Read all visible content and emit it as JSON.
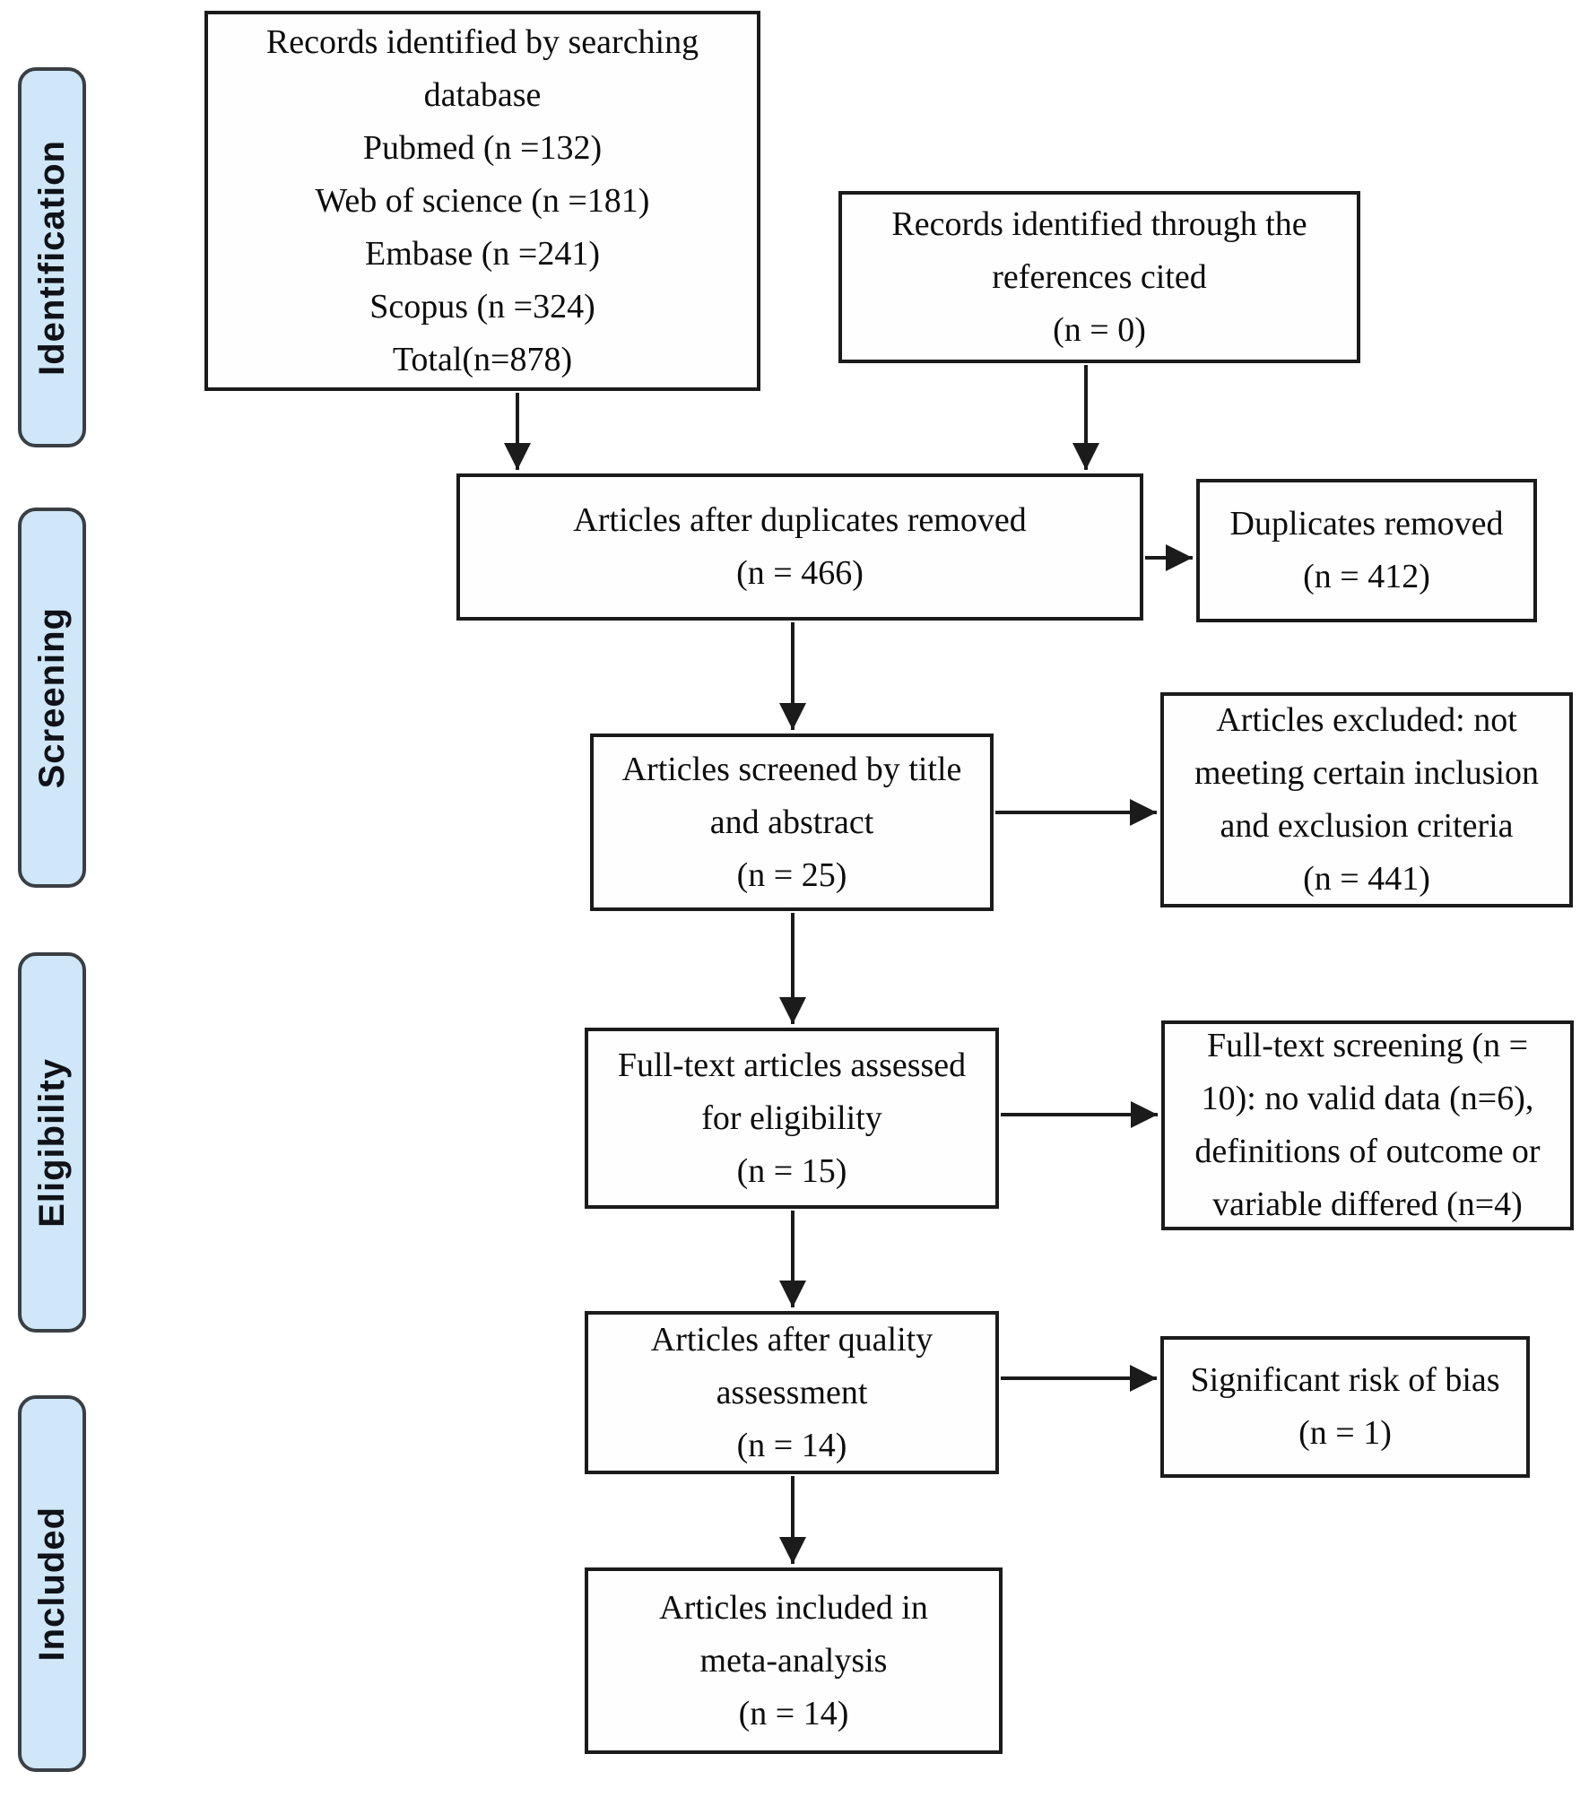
{
  "title": "PRISMA study selection flow diagram",
  "colors": {
    "page_background": "#ffffff",
    "stage_fill": "#cfe7f8",
    "stage_border": "#3a3f44",
    "stage_text": "#101218",
    "box_fill": "#fefefe",
    "box_border": "#1b1b1b",
    "text": "#0d0d0d",
    "arrow": "#1b1b1b"
  },
  "stages": [
    {
      "id": "identification",
      "label": "Identification"
    },
    {
      "id": "screening",
      "label": "Screening"
    },
    {
      "id": "eligibility",
      "label": "Eligibility"
    },
    {
      "id": "included",
      "label": "Included"
    }
  ],
  "boxes": [
    {
      "id": "records-database",
      "lines": [
        "Records identified by searching",
        "database",
        "Pubmed (n =132)",
        "Web of science (n =181)",
        "Embase (n =241)",
        "Scopus (n =324)",
        "Total(n=878)"
      ]
    },
    {
      "id": "records-references",
      "lines": [
        "Records identified through the",
        "references cited",
        "(n = 0)"
      ]
    },
    {
      "id": "after-duplicates",
      "lines": [
        "Articles after duplicates removed",
        "(n = 466)"
      ]
    },
    {
      "id": "duplicates-removed",
      "lines": [
        "Duplicates removed",
        "(n = 412)"
      ]
    },
    {
      "id": "screened-title-abstract",
      "lines": [
        "Articles screened by title",
        "and abstract",
        "(n = 25)"
      ]
    },
    {
      "id": "excluded-criteria",
      "lines": [
        "Articles excluded: not",
        "meeting certain inclusion",
        "and exclusion criteria",
        "(n = 441)"
      ]
    },
    {
      "id": "fulltext-assessed",
      "lines": [
        "Full-text articles assessed",
        "for eligibility",
        "(n = 15)"
      ]
    },
    {
      "id": "fulltext-screening",
      "lines": [
        "Full-text screening (n =",
        "10): no valid data (n=6),",
        "definitions of outcome or",
        "variable differed (n=4)"
      ]
    },
    {
      "id": "quality-assessment",
      "lines": [
        "Articles after quality",
        "assessment",
        "(n = 14)"
      ]
    },
    {
      "id": "risk-of-bias",
      "lines": [
        "Significant risk of bias",
        "(n = 1)"
      ]
    },
    {
      "id": "included-meta",
      "lines": [
        "Articles included in",
        "meta-analysis",
        "(n = 14)"
      ]
    }
  ],
  "edges": [
    {
      "from": "records-database",
      "to": "after-duplicates"
    },
    {
      "from": "records-references",
      "to": "after-duplicates"
    },
    {
      "from": "after-duplicates",
      "to": "duplicates-removed"
    },
    {
      "from": "after-duplicates",
      "to": "screened-title-abstract"
    },
    {
      "from": "screened-title-abstract",
      "to": "excluded-criteria"
    },
    {
      "from": "screened-title-abstract",
      "to": "fulltext-assessed"
    },
    {
      "from": "fulltext-assessed",
      "to": "fulltext-screening"
    },
    {
      "from": "fulltext-assessed",
      "to": "quality-assessment"
    },
    {
      "from": "quality-assessment",
      "to": "risk-of-bias"
    },
    {
      "from": "quality-assessment",
      "to": "included-meta"
    }
  ]
}
